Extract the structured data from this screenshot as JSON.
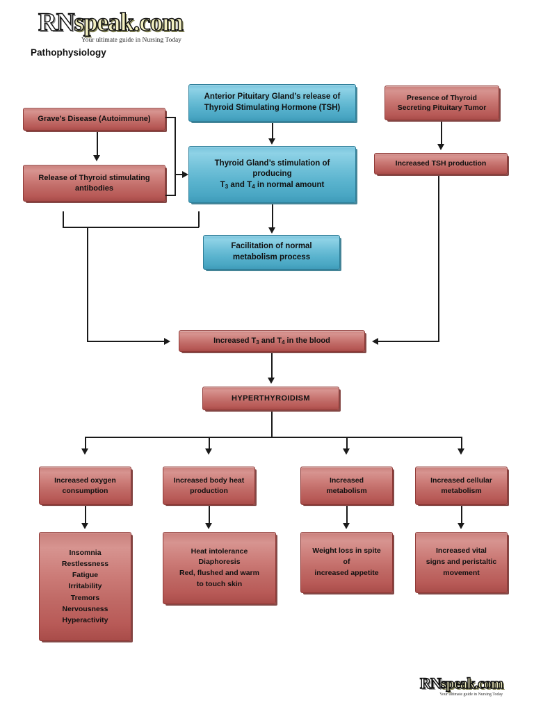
{
  "document": {
    "title": "Pathophysiology",
    "brand": {
      "part1": "RN",
      "part2": "speak.com",
      "tagline": "Your ultimate guide in Nursing Today"
    }
  },
  "colors": {
    "red_fill": "#c06a66",
    "red_border": "#8f3936",
    "blue_fill": "#58b2cd",
    "blue_border": "#2f7f99",
    "connector": "#1a1a1a",
    "background": "#ffffff",
    "text": "#111111"
  },
  "chart_data": {
    "type": "diagram",
    "title": "Pathophysiology of Hyperthyroidism",
    "nodes": [
      {
        "id": "graves",
        "label": "Grave’s Disease (Autoimmune)",
        "color": "red"
      },
      {
        "id": "antibodies",
        "label": "Release of Thyroid stimulating\nantibodies",
        "color": "red"
      },
      {
        "id": "pituitary",
        "label": "Anterior Pituitary Gland’s release of\nThyroid Stimulating Hormone (TSH)",
        "color": "blue"
      },
      {
        "id": "thyroid-gland",
        "label": "Thyroid Gland’s stimulation of\nproducing\nT3 and T4 in normal amount",
        "color": "blue"
      },
      {
        "id": "tumor",
        "label": "Presence of Thyroid\nSecreting Pituitary Tumor",
        "color": "red"
      },
      {
        "id": "tsh-increase",
        "label": "Increased TSH production",
        "color": "red"
      },
      {
        "id": "facilitation",
        "label": "Facilitation of normal\nmetabolism process",
        "color": "blue"
      },
      {
        "id": "t3t4-blood",
        "label": "Increased T3 and T4 in the blood",
        "color": "red"
      },
      {
        "id": "hyperthyroidism",
        "label": "HYPERTHYROIDISM",
        "color": "red"
      },
      {
        "id": "oxygen",
        "label": "Increased oxygen\nconsumption",
        "color": "red"
      },
      {
        "id": "bodyheat",
        "label": "Increased body heat\nproduction",
        "color": "red"
      },
      {
        "id": "metabolism",
        "label": "Increased\nmetabolism",
        "color": "red"
      },
      {
        "id": "cellular",
        "label": "Increased cellular\nmetabolism",
        "color": "red"
      },
      {
        "id": "symptoms-neuro",
        "label": "Insomnia\nRestlessness\nFatigue\nIrritability\nTremors\nNervousness\nHyperactivity",
        "color": "red"
      },
      {
        "id": "symptoms-heat",
        "label": "Heat intolerance\nDiaphoresis\nRed, flushed and warm\nto touch skin",
        "color": "red"
      },
      {
        "id": "symptoms-weight",
        "label": "Weight loss in spite\nof\nincreased appetite",
        "color": "red"
      },
      {
        "id": "symptoms-vitals",
        "label": "Increased vital\nsigns and peristaltic\nmovement",
        "color": "red"
      }
    ],
    "edges": [
      {
        "from": "graves",
        "to": "antibodies"
      },
      {
        "from": "graves",
        "to": "thyroid-gland"
      },
      {
        "from": "antibodies",
        "to": "thyroid-gland"
      },
      {
        "from": "pituitary",
        "to": "thyroid-gland"
      },
      {
        "from": "thyroid-gland",
        "to": "facilitation"
      },
      {
        "from": "tumor",
        "to": "tsh-increase"
      },
      {
        "from": "tsh-increase",
        "to": "t3t4-blood"
      },
      {
        "from": "antibodies",
        "to": "t3t4-blood"
      },
      {
        "from": "t3t4-blood",
        "to": "hyperthyroidism"
      },
      {
        "from": "hyperthyroidism",
        "to": "oxygen"
      },
      {
        "from": "hyperthyroidism",
        "to": "bodyheat"
      },
      {
        "from": "hyperthyroidism",
        "to": "metabolism"
      },
      {
        "from": "hyperthyroidism",
        "to": "cellular"
      },
      {
        "from": "oxygen",
        "to": "symptoms-neuro"
      },
      {
        "from": "bodyheat",
        "to": "symptoms-heat"
      },
      {
        "from": "metabolism",
        "to": "symptoms-weight"
      },
      {
        "from": "cellular",
        "to": "symptoms-vitals"
      }
    ]
  },
  "nodes": {
    "graves": "Grave’s Disease (Autoimmune)",
    "antibodies": "Release of Thyroid stimulating\nantibodies",
    "pituitary": "Anterior Pituitary Gland’s release of\nThyroid Stimulating Hormone (TSH)",
    "tumor": "Presence of Thyroid\nSecreting Pituitary Tumor",
    "tsh_increase": "Increased TSH production",
    "facilitation": "Facilitation of normal\nmetabolism process",
    "hyperthyroidism": "HYPERTHYROIDISM",
    "oxygen": "Increased oxygen\nconsumption",
    "bodyheat": "Increased body heat\nproduction",
    "metabolism": "Increased\nmetabolism",
    "cellular": "Increased cellular\nmetabolism",
    "symptoms_neuro": "Insomnia\nRestlessness\nFatigue\nIrritability\nTremors\nNervousness\nHyperactivity",
    "symptoms_heat": "Heat intolerance\nDiaphoresis\nRed, flushed and warm\nto touch skin",
    "symptoms_weight": "Weight loss in spite\nof\nincreased appetite",
    "symptoms_vitals": "Increased vital\nsigns and peristaltic\nmovement"
  },
  "rich_nodes": {
    "thyroid_gland": {
      "line1": "Thyroid Gland’s stimulation of",
      "line2": "producing",
      "line3_pre": "T",
      "line3_sub1": "3",
      "line3_mid": " and T",
      "line3_sub2": "4",
      "line3_post": " in normal amount"
    },
    "t3t4_blood": {
      "pre": "Increased T",
      "sub1": "3",
      "mid": " and T",
      "sub2": "4",
      "post": " in the blood"
    }
  }
}
